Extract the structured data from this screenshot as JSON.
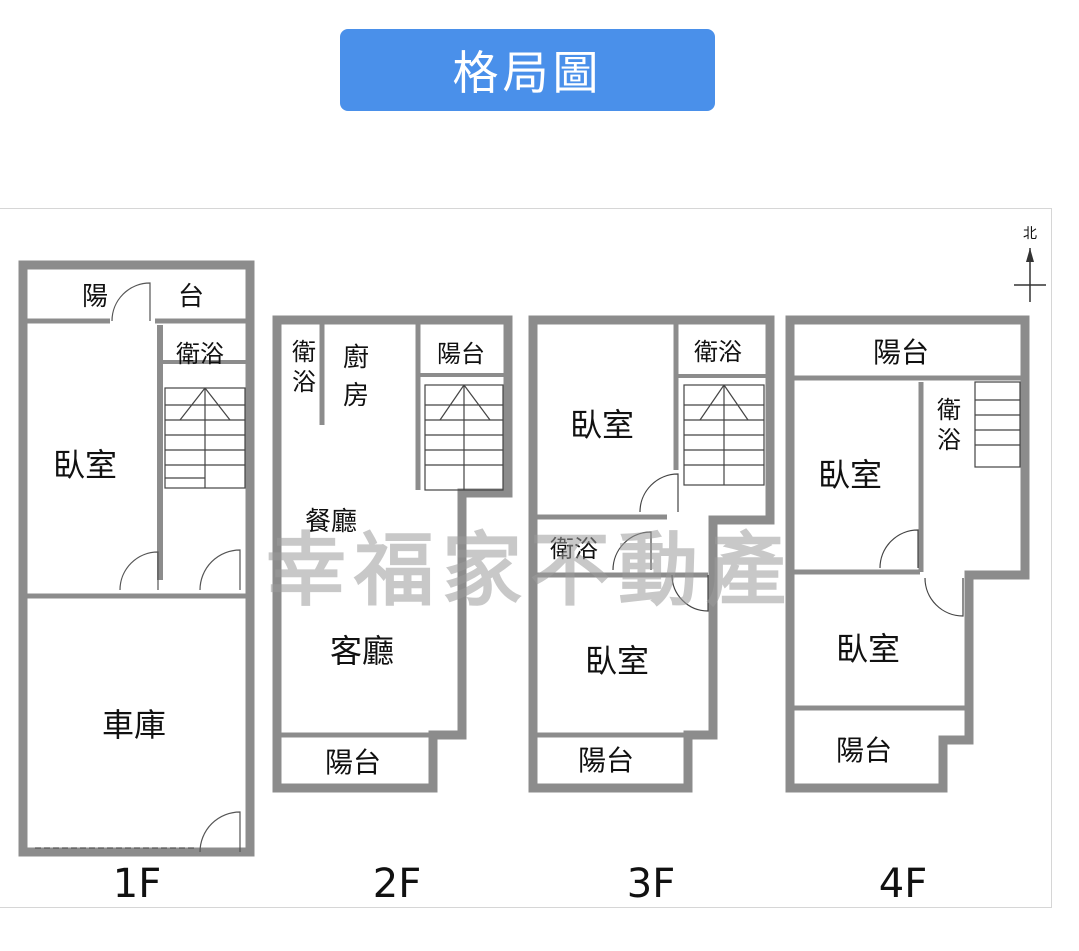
{
  "title": "格局圖",
  "compass": "北",
  "watermark": "幸福家不動產",
  "floors": [
    {
      "label": "1F",
      "rooms": [
        "陽",
        "台",
        "衛浴",
        "臥室",
        "車庫"
      ]
    },
    {
      "label": "2F",
      "rooms": [
        "衛",
        "浴",
        "廚",
        "房",
        "陽台",
        "餐廳",
        "客廳",
        "陽台"
      ]
    },
    {
      "label": "3F",
      "rooms": [
        "臥室",
        "衛浴",
        "衛浴",
        "臥室",
        "陽台"
      ]
    },
    {
      "label": "4F",
      "rooms": [
        "陽台",
        "衛",
        "浴",
        "臥室",
        "臥室",
        "陽台"
      ]
    }
  ]
}
